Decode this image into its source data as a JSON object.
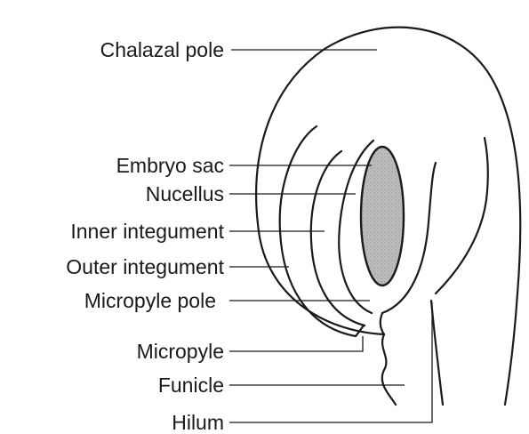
{
  "labels": {
    "chalazal_pole": "Chalazal pole",
    "embryo_sac": "Embryo sac",
    "nucellus": "Nucellus",
    "inner_integument": "Inner integument",
    "outer_integument": "Outer integument",
    "micropyle_pole": "Micropyle pole",
    "micropyle": "Micropyle",
    "funicle": "Funicle",
    "hilum": "Hilum"
  },
  "colors": {
    "ink": "#1a1a1a",
    "embryo_sac_fill": "#b3b3b3",
    "background": "#ffffff"
  }
}
